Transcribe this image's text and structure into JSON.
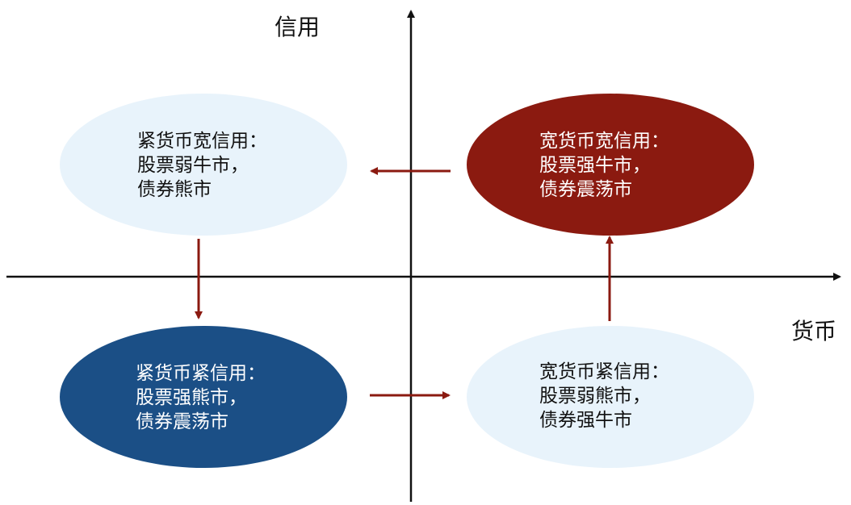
{
  "axes": {
    "y_label": "信用",
    "x_label": "货币"
  },
  "quadrants": [
    {
      "id": "tight-money-loose-credit",
      "lines": [
        "紧货币宽信用：",
        "股票弱牛市，",
        "债券熊市"
      ],
      "fill": "#e8f3fb"
    },
    {
      "id": "loose-money-loose-credit",
      "lines": [
        "宽货币宽信用：",
        "股票强牛市，",
        "债券震荡市"
      ],
      "fill": "#8b1a10"
    },
    {
      "id": "tight-money-tight-credit",
      "lines": [
        "紧货币紧信用：",
        "股票强熊市，",
        "债券震荡市"
      ],
      "fill": "#1b4f86"
    },
    {
      "id": "loose-money-tight-credit",
      "lines": [
        "宽货币紧信用：",
        "股票弱熊市，",
        "债券强牛市"
      ],
      "fill": "#e8f3fb"
    }
  ],
  "colors": {
    "axis": "#111111",
    "arrow": "#8b1a10"
  }
}
